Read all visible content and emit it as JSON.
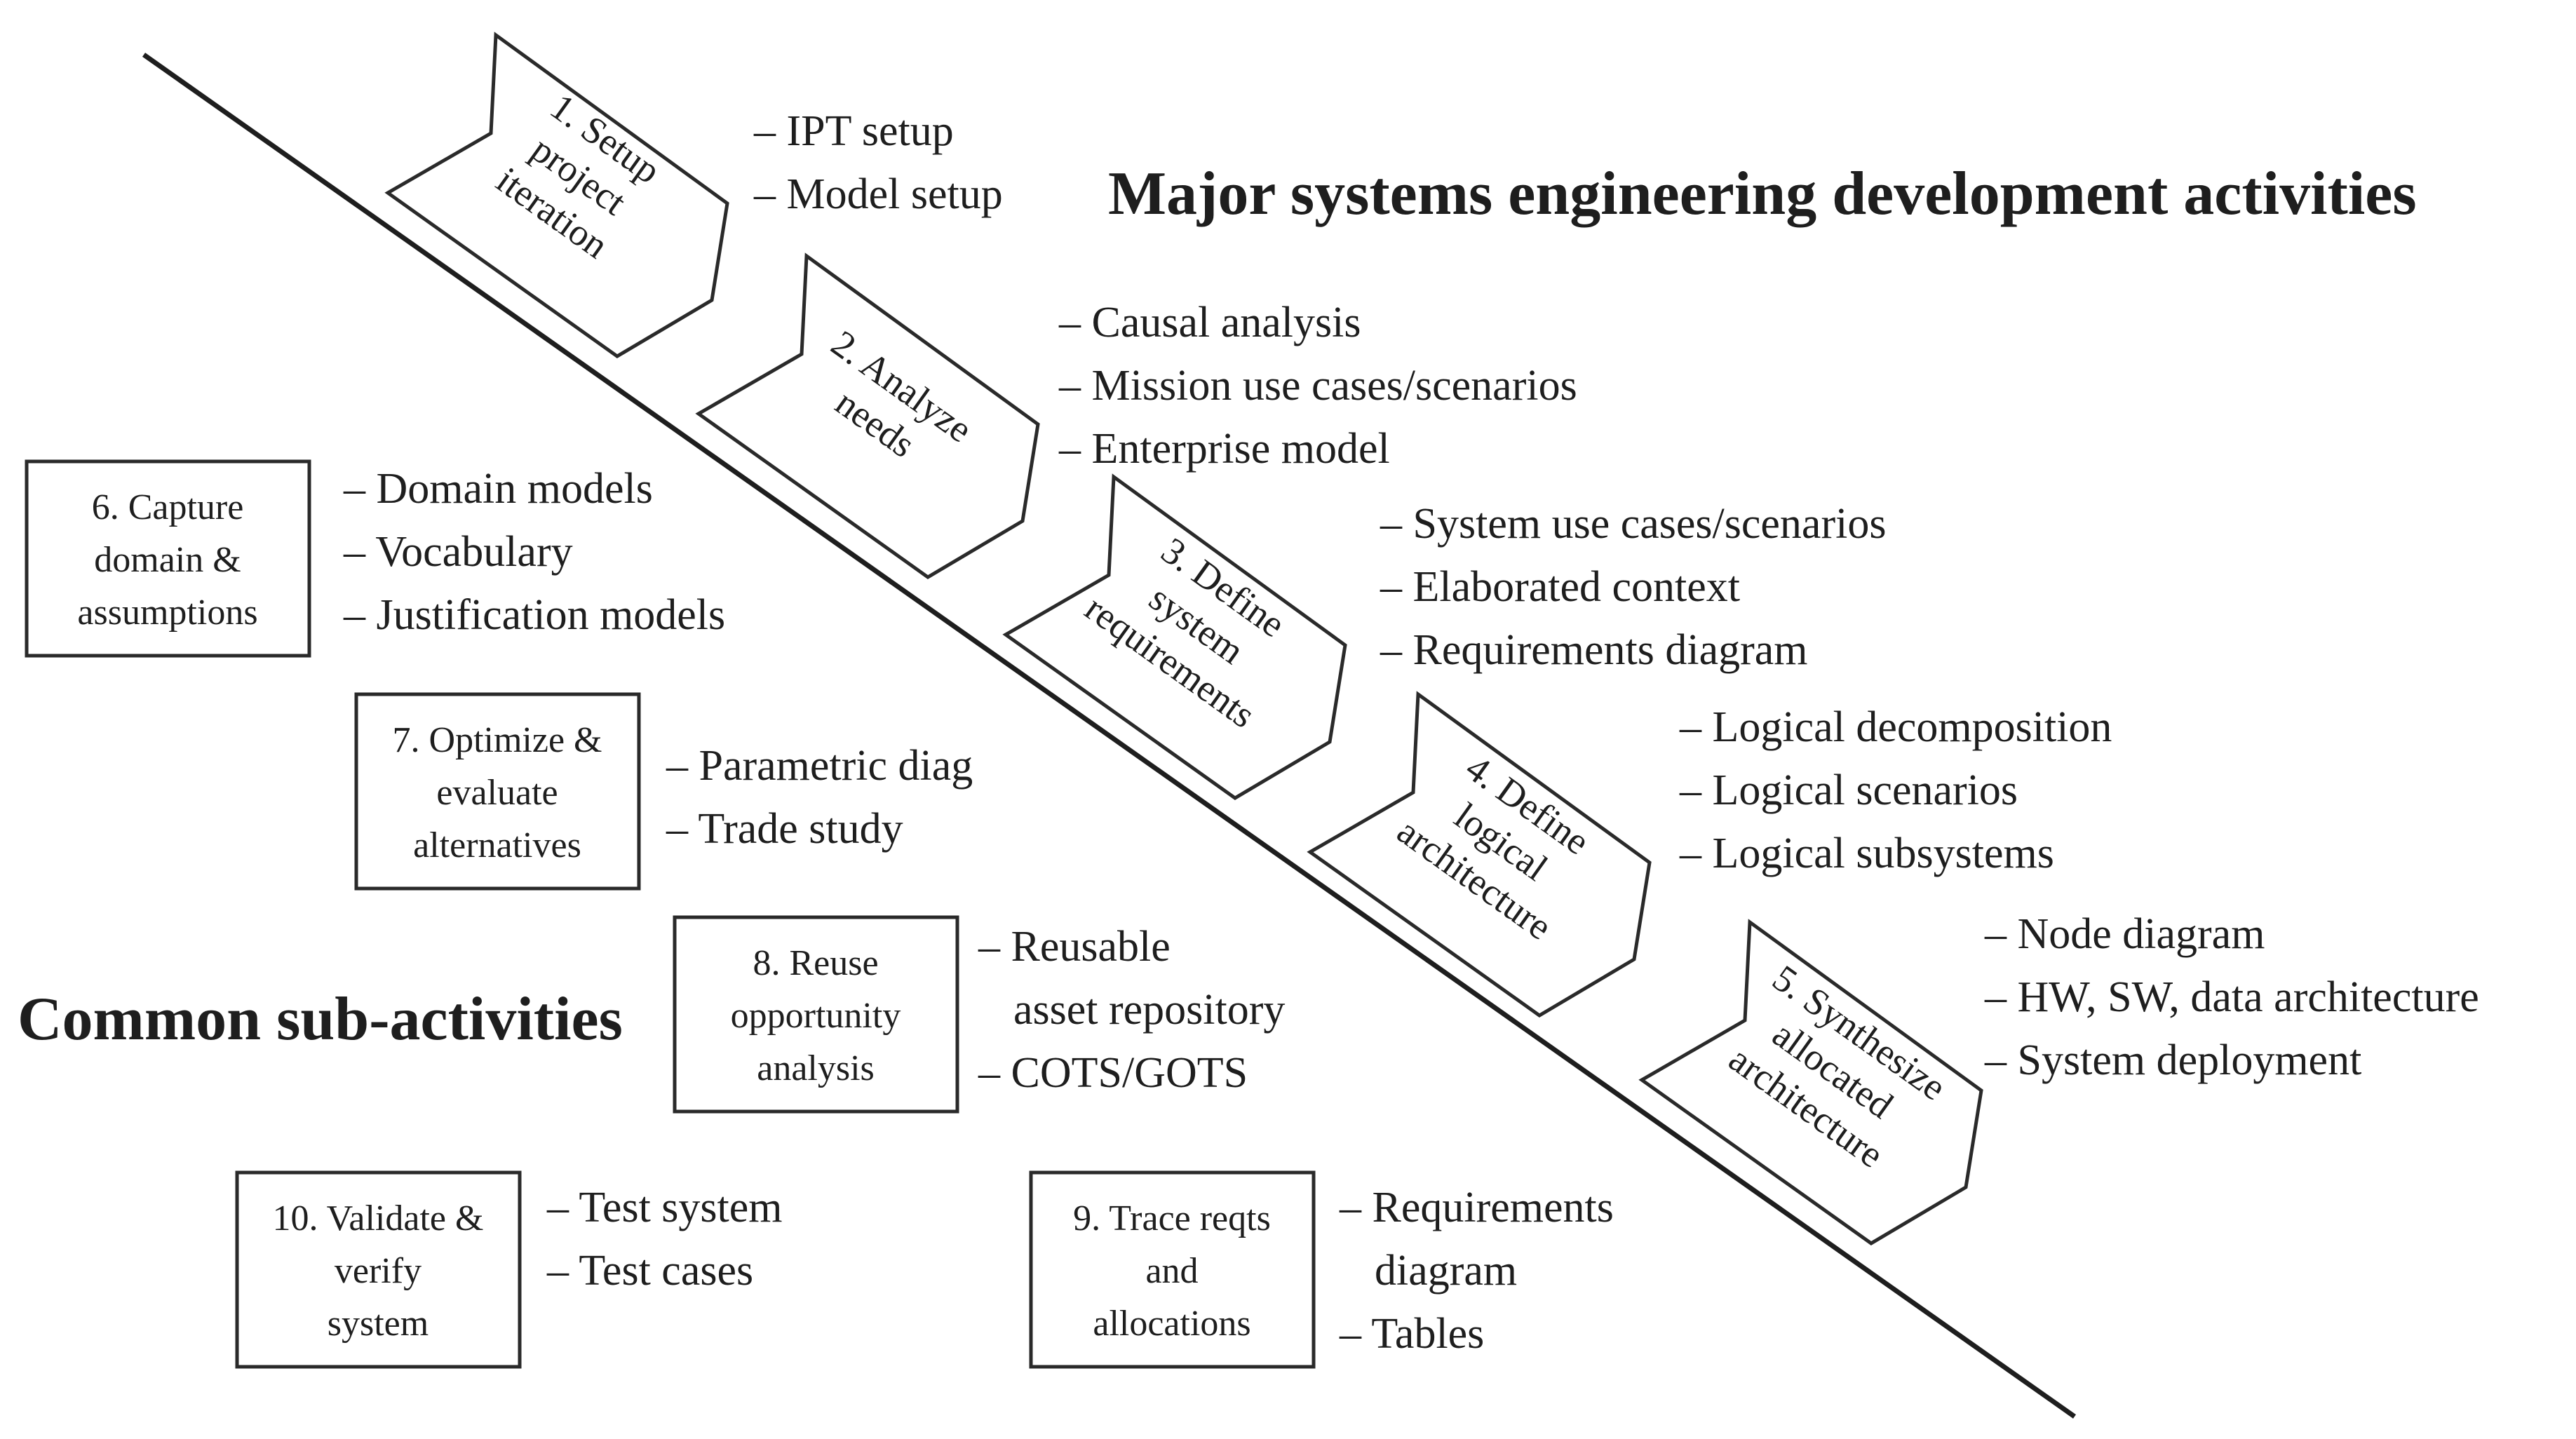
{
  "main_title": "Major systems engineering development activities",
  "sub_title": "Common sub-activities",
  "steps": [
    {
      "label": [
        "1. Setup",
        "project",
        "iteration"
      ],
      "bullets": [
        "– IPT setup",
        "– Model setup"
      ]
    },
    {
      "label": [
        "2. Analyze",
        "needs"
      ],
      "bullets": [
        "– Causal analysis",
        "– Mission use cases/scenarios",
        "– Enterprise model"
      ]
    },
    {
      "label": [
        "3. Define",
        "system",
        "requirements"
      ],
      "bullets": [
        "– System use cases/scenarios",
        "– Elaborated context",
        "– Requirements diagram"
      ]
    },
    {
      "label": [
        "4. Define",
        "logical",
        "architecture"
      ],
      "bullets": [
        "– Logical decomposition",
        "– Logical scenarios",
        "– Logical subsystems"
      ]
    },
    {
      "label": [
        "5. Synthesize",
        "allocated",
        "architecture"
      ],
      "bullets": [
        "– Node diagram",
        "– HW, SW, data architecture",
        "– System deployment"
      ]
    }
  ],
  "subs": [
    {
      "label": [
        "6. Capture",
        "domain &",
        "assumptions"
      ],
      "bullets": [
        "– Domain models",
        "– Vocabulary",
        "– Justification models"
      ]
    },
    {
      "label": [
        "7. Optimize &",
        "evaluate",
        "alternatives"
      ],
      "bullets": [
        "– Parametric diag",
        "– Trade study"
      ]
    },
    {
      "label": [
        "8. Reuse",
        "opportunity",
        "analysis"
      ],
      "bullets": [
        "– Reusable",
        "asset repository",
        "– COTS/GOTS"
      ]
    },
    {
      "label": [
        "9. Trace reqts",
        "and",
        "allocations"
      ],
      "bullets": [
        "– Requirements",
        "diagram",
        "– Tables"
      ]
    },
    {
      "label": [
        "10. Validate &",
        "verify",
        "system"
      ],
      "bullets": [
        "– Test system",
        "– Test cases"
      ]
    }
  ]
}
